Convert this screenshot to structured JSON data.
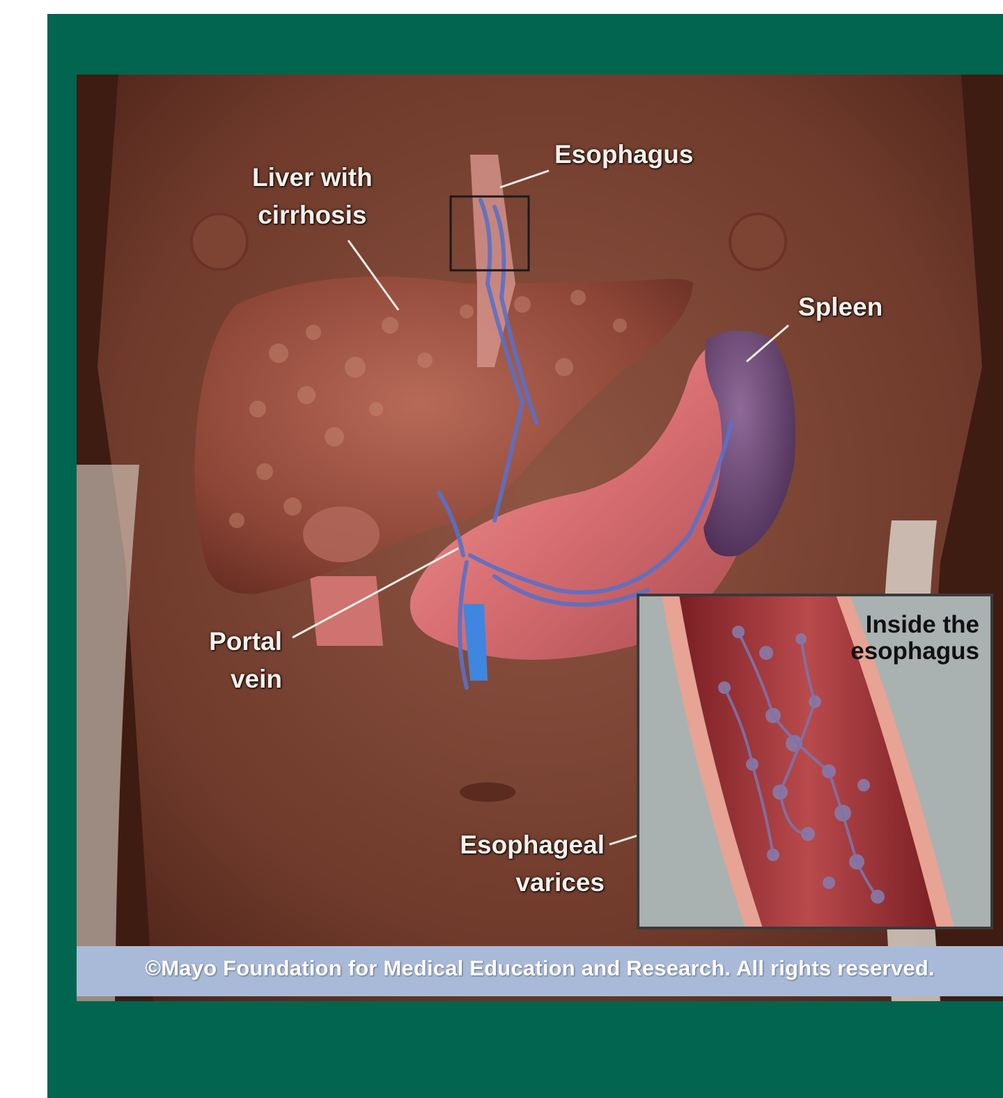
{
  "labels": {
    "esophagus": "Esophagus",
    "liver": [
      "Liver with",
      "cirrhosis"
    ],
    "spleen": "Spleen",
    "portal_vein": [
      "Portal",
      "vein"
    ],
    "esophageal_varices": [
      "Esophageal",
      "varices"
    ],
    "inset_title": [
      "Inside the",
      "esophagus"
    ]
  },
  "credit": "©Mayo Foundation for Medical Education and Research.  All rights reserved.",
  "colors": {
    "frame_green": "#02654f",
    "credit_bar": "#a9bad8",
    "skin": "#7a4232",
    "liver": "#9a4f3f",
    "stomach": "#d9777a",
    "spleen": "#6a4672",
    "vein": "#5a70c8",
    "inset_bg": "#a9b2b0"
  }
}
